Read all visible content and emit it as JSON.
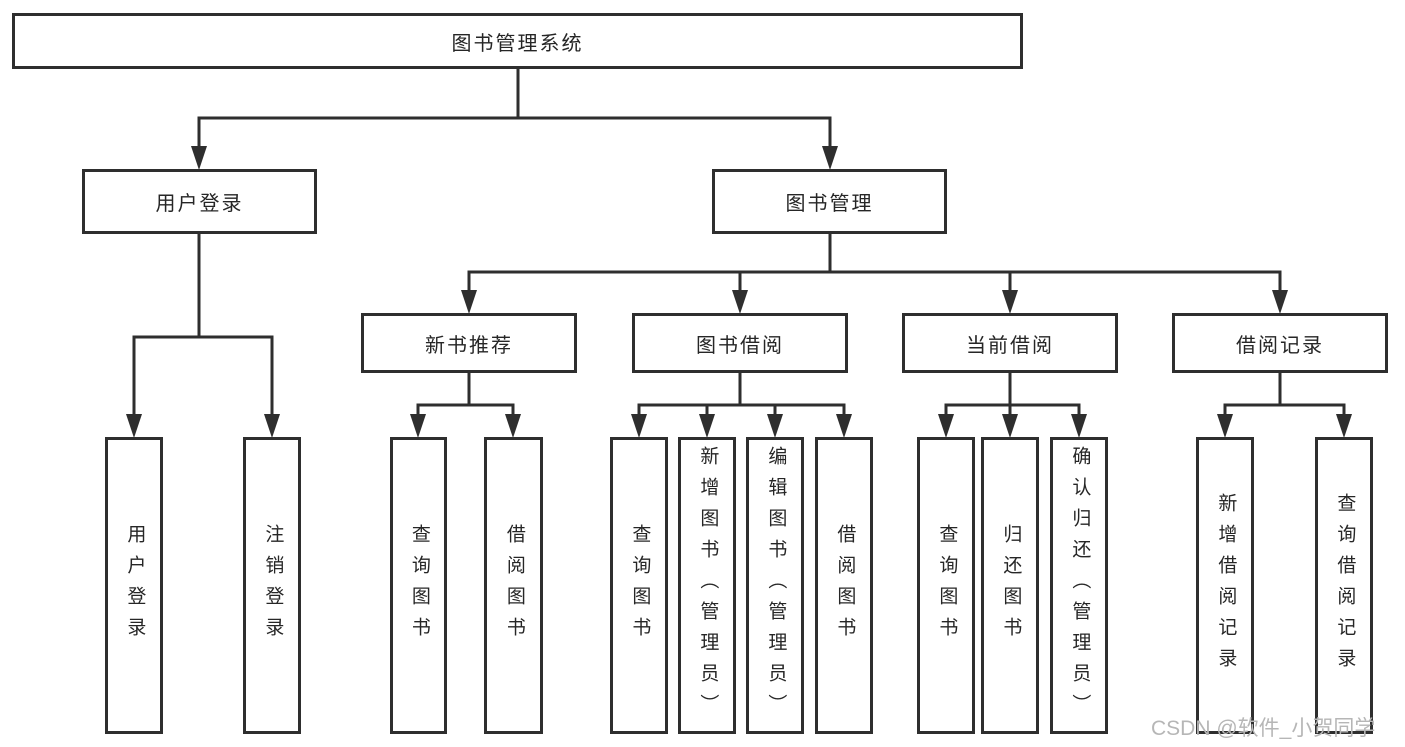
{
  "tree": {
    "root": {
      "label": "图书管理系统"
    },
    "level2": [
      {
        "label": "用户登录",
        "parent": "图书管理系统"
      },
      {
        "label": "图书管理",
        "parent": "图书管理系统"
      }
    ],
    "level3": [
      {
        "label": "新书推荐",
        "parent": "图书管理"
      },
      {
        "label": "图书借阅",
        "parent": "图书管理"
      },
      {
        "label": "当前借阅",
        "parent": "图书管理"
      },
      {
        "label": "借阅记录",
        "parent": "图书管理"
      }
    ],
    "leaves": [
      {
        "label": "用户登录",
        "parent": "用户登录"
      },
      {
        "label": "注销登录",
        "parent": "用户登录"
      },
      {
        "label": "查询图书",
        "parent": "新书推荐"
      },
      {
        "label": "借阅图书",
        "parent": "新书推荐"
      },
      {
        "label": "查询图书",
        "parent": "图书借阅"
      },
      {
        "label": "新增图书（管理员）",
        "parent": "图书借阅"
      },
      {
        "label": "编辑图书（管理员）",
        "parent": "图书借阅"
      },
      {
        "label": "借阅图书",
        "parent": "图书借阅"
      },
      {
        "label": "查询图书",
        "parent": "当前借阅"
      },
      {
        "label": "归还图书",
        "parent": "当前借阅"
      },
      {
        "label": "确认归还（管理员）",
        "parent": "当前借阅"
      },
      {
        "label": "新增借阅记录",
        "parent": "借阅记录"
      },
      {
        "label": "查询借阅记录",
        "parent": "借阅记录"
      }
    ]
  },
  "watermark": "CSDN @软件_小贺同学",
  "colors": {
    "line": "#2e2e2e",
    "box_border": "#2e2e2e",
    "box_fill": "#ffffff",
    "text": "#262626",
    "watermark": "#b6b6b6",
    "background": "#ffffff"
  }
}
